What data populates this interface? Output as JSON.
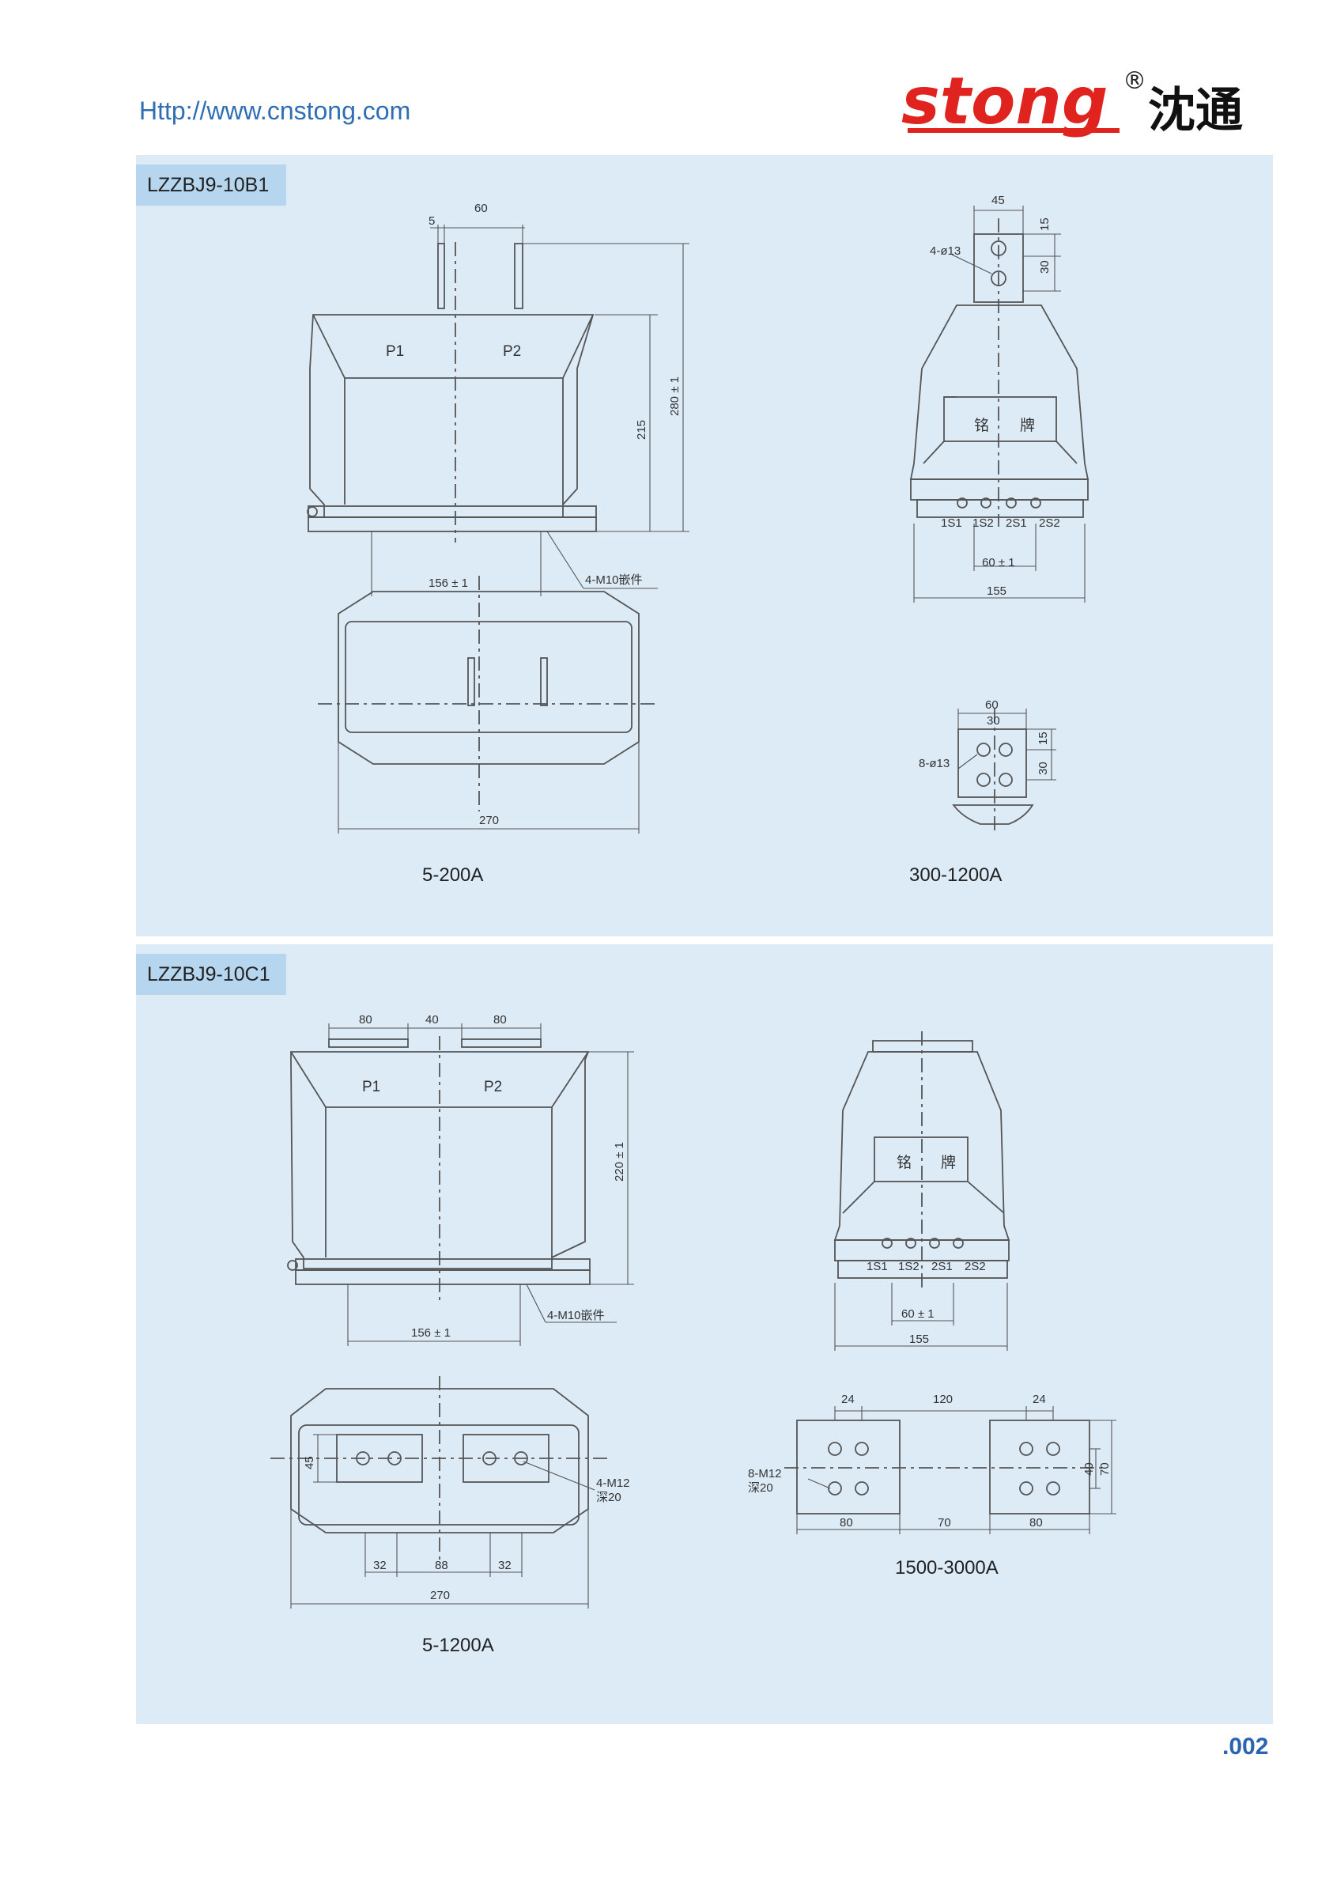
{
  "header": {
    "url": "Http://www.cnstong.com",
    "logo_text": "stong",
    "logo_mark": "®",
    "logo_cn": "沈通",
    "brand_color": "#e0231e"
  },
  "panel1": {
    "model": "LZZBJ9-10B1",
    "caption_left": "5-200A",
    "caption_right": "300-1200A",
    "front_view": {
      "terminals": [
        "P1",
        "P2"
      ],
      "dims": [
        "5",
        "60",
        "215",
        "280 ± 1",
        "156 ± 1",
        "4-M10嵌件"
      ]
    },
    "top_view": {
      "dims": [
        "270"
      ]
    },
    "side_view": {
      "dims": [
        "45",
        "15",
        "30",
        "4-ø13",
        "60 ± 1",
        "155"
      ],
      "nameplate": [
        "铭",
        "牌"
      ],
      "secondary_terminals": [
        "1S1",
        "1S2",
        "2S1",
        "2S2"
      ]
    },
    "bolt_detail": {
      "dims": [
        "60",
        "30",
        "15",
        "30",
        "8-ø13"
      ]
    }
  },
  "panel2": {
    "model": "LZZBJ9-10C1",
    "caption_left": "5-1200A",
    "caption_right": "1500-3000A",
    "front_view": {
      "terminals": [
        "P1",
        "P2"
      ],
      "dims": [
        "80",
        "40",
        "80",
        "220 ± 1",
        "156 ± 1",
        "4-M10嵌件"
      ]
    },
    "top_view": {
      "dims": [
        "45",
        "32",
        "88",
        "32",
        "270"
      ],
      "thread": [
        "4-M12",
        "深20"
      ]
    },
    "side_view": {
      "dims": [
        "60 ± 1",
        "155"
      ],
      "nameplate": [
        "铭",
        "牌"
      ],
      "secondary_terminals": [
        "1S1",
        "1S2",
        "2S1",
        "2S2"
      ]
    },
    "plates_detail": {
      "dims_top": [
        "24",
        "120",
        "24"
      ],
      "dims_bottom": [
        "80",
        "70",
        "80"
      ],
      "dims_right": [
        "40",
        "70"
      ],
      "thread": [
        "8-M12",
        "深20"
      ]
    }
  },
  "footer": {
    "page_number": ".002"
  }
}
